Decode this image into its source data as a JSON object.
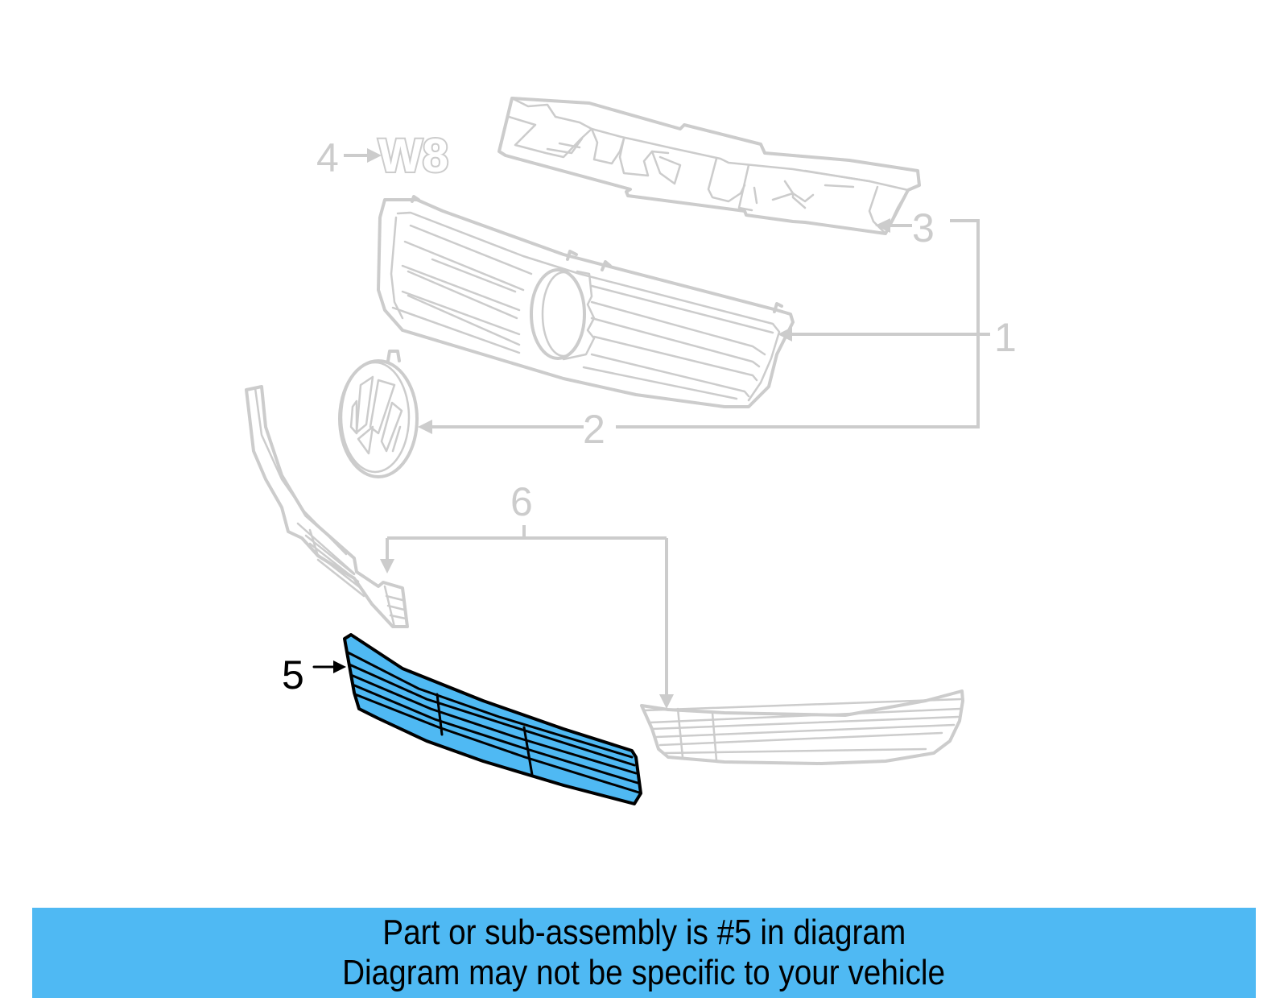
{
  "diagram": {
    "highlighted_part": "5",
    "highlight_color": "#4fb9f3",
    "inactive_color": "#cccccc",
    "callouts": [
      {
        "id": "1",
        "label": "1",
        "part": "grille"
      },
      {
        "id": "2",
        "label": "2",
        "part": "emblem"
      },
      {
        "id": "3",
        "label": "3",
        "part": "grille-frame"
      },
      {
        "id": "4",
        "label": "4",
        "part": "badge"
      },
      {
        "id": "5",
        "label": "5",
        "part": "lower-center-grille"
      },
      {
        "id": "6",
        "label": "6",
        "part": "side-lower-grilles"
      }
    ],
    "badge_text": "W8"
  },
  "banner": {
    "background": "#4fb9f3",
    "line1": "Part or sub-assembly is #5 in diagram",
    "line2": "Diagram may not be specific to your vehicle"
  }
}
